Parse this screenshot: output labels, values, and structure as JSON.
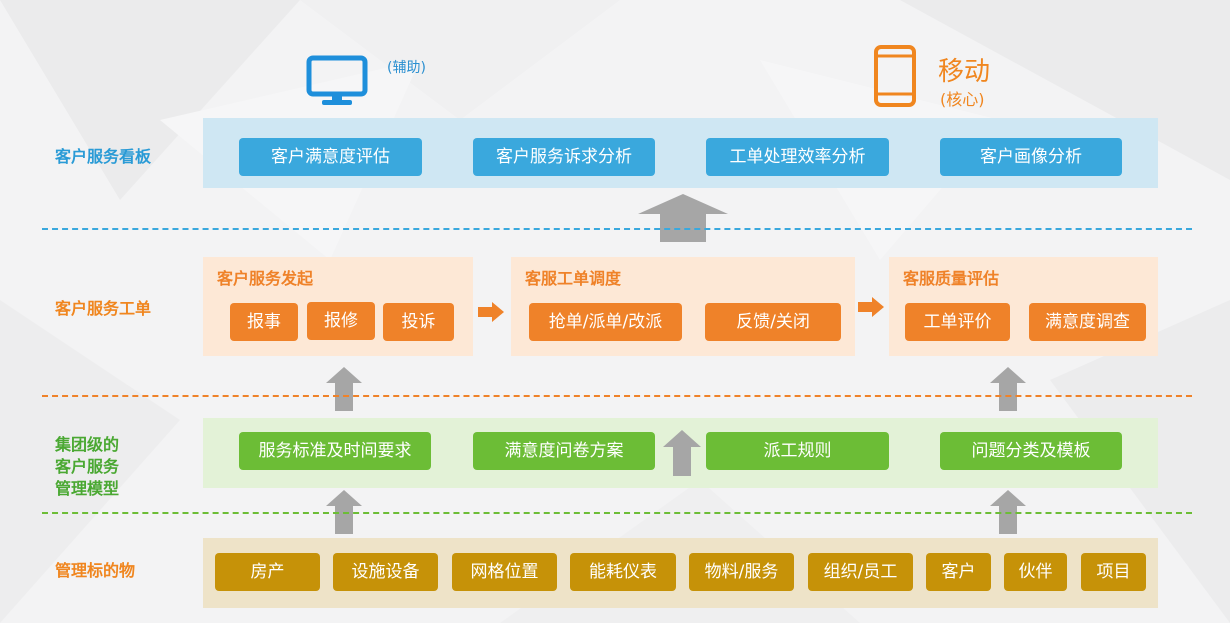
{
  "header": {
    "desktop_note": "(辅助)",
    "mobile_title": "移动",
    "mobile_note": "(核心)"
  },
  "rows": {
    "dashboard": {
      "label": "客户服务看板",
      "items": [
        "客户满意度评估",
        "客户服务诉求分析",
        "工单处理效率分析",
        "客户画像分析"
      ]
    },
    "workorder": {
      "label": "客户服务工单",
      "panels": [
        {
          "title": "客户服务发起",
          "items": [
            "报事",
            "报修",
            "投诉"
          ]
        },
        {
          "title": "客服工单调度",
          "items": [
            "抢单/派单/改派",
            "反馈/关闭"
          ]
        },
        {
          "title": "客服质量评估",
          "items": [
            "工单评价",
            "满意度调查"
          ]
        }
      ]
    },
    "model": {
      "label_lines": [
        "集团级的",
        "客户服务",
        "管理模型"
      ],
      "items": [
        "服务标准及时间要求",
        "满意度问卷方案",
        "派工规则",
        "问题分类及模板"
      ]
    },
    "objects": {
      "label": "管理标的物",
      "items": [
        "房产",
        "设施设备",
        "网格位置",
        "能耗仪表",
        "物料/服务",
        "组织/员工",
        "客户",
        "伙伴",
        "项目"
      ]
    }
  },
  "colors": {
    "blue": "#3aa8dd",
    "orange": "#ef8229",
    "green": "#6cbd36",
    "gold": "#c69208",
    "arrow_gray": "#a6a6a6"
  }
}
